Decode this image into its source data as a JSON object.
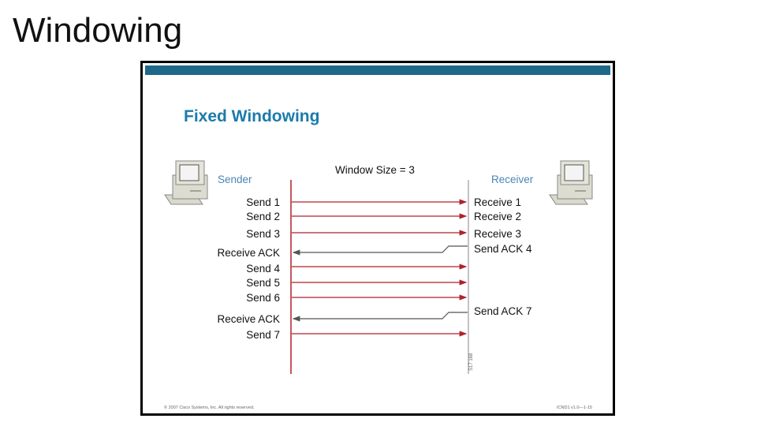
{
  "page": {
    "title": "Windowing"
  },
  "slide": {
    "heading": "Fixed Windowing",
    "window_size_label": "Window Size = 3",
    "sender_label": "Sender",
    "receiver_label": "Receiver",
    "sender_events": [
      "Send 1",
      "Send 2",
      "Send 3",
      "Receive ACK",
      "Send 4",
      "Send 5",
      "Send 6",
      "Receive ACK",
      "Send 7"
    ],
    "receiver_events": [
      "Receive 1",
      "Receive 2",
      "Receive 3",
      "Send ACK 4",
      "Send ACK 7"
    ],
    "figure_id": "S17 168",
    "footer_left": "© 2007 Cisco Systems, Inc. All rights reserved.",
    "footer_right": "ICND1 v1.0—1-15"
  },
  "colors": {
    "accent_bar": "#1e6889",
    "heading": "#1c7baa",
    "label_blue": "#4a86b5",
    "data_arrow": "#b0222a",
    "ack_arrow": "#555555"
  }
}
